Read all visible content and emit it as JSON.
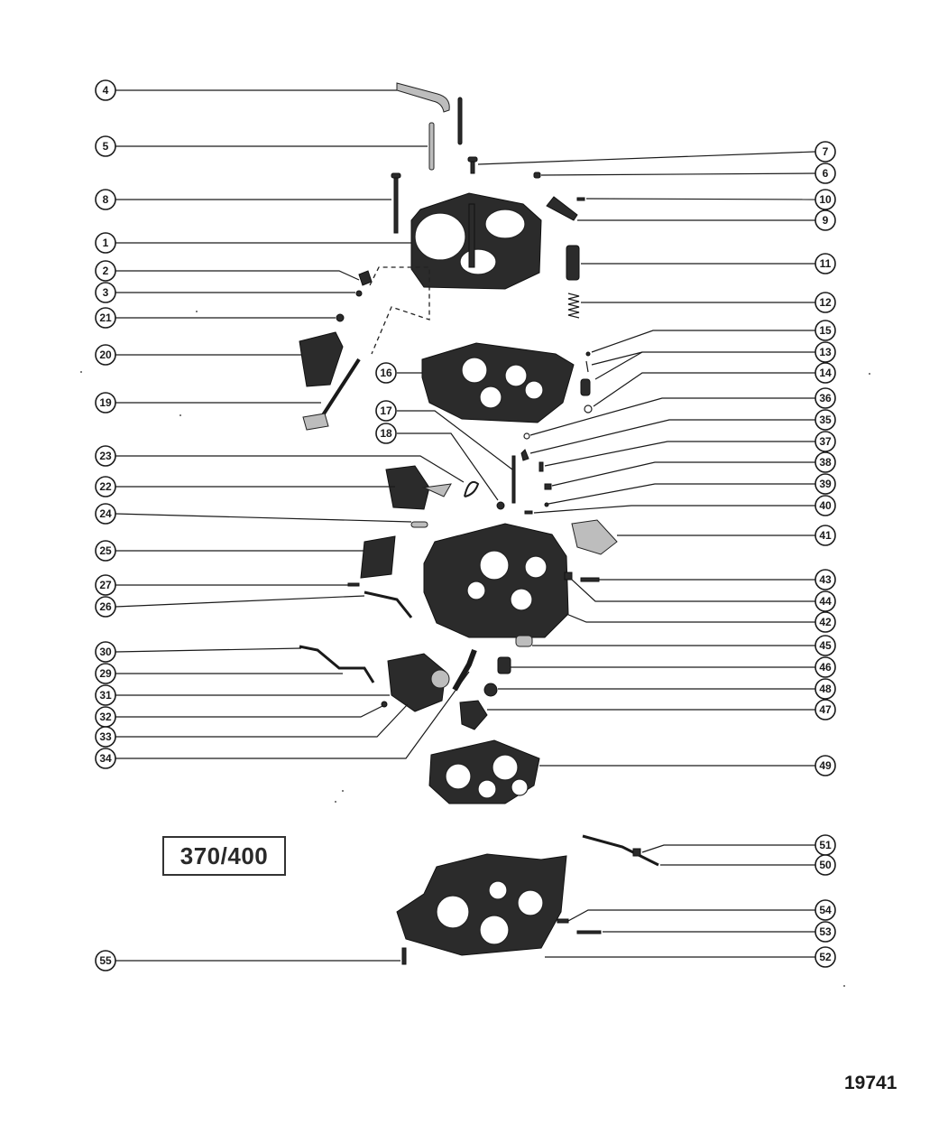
{
  "model_label": "370/400",
  "figure_number": "19741",
  "callouts": [
    {
      "number": "4"
    },
    {
      "number": "5"
    },
    {
      "number": "8"
    },
    {
      "number": "1"
    },
    {
      "number": "2"
    },
    {
      "number": "3"
    },
    {
      "number": "21"
    },
    {
      "number": "20"
    },
    {
      "number": "19"
    },
    {
      "number": "23"
    },
    {
      "number": "22"
    },
    {
      "number": "24"
    },
    {
      "number": "25"
    },
    {
      "number": "27"
    },
    {
      "number": "26"
    },
    {
      "number": "30"
    },
    {
      "number": "29"
    },
    {
      "number": "31"
    },
    {
      "number": "32"
    },
    {
      "number": "33"
    },
    {
      "number": "34"
    },
    {
      "number": "55"
    },
    {
      "number": "16"
    },
    {
      "number": "17"
    },
    {
      "number": "18"
    },
    {
      "number": "7"
    },
    {
      "number": "6"
    },
    {
      "number": "10"
    },
    {
      "number": "9"
    },
    {
      "number": "11"
    },
    {
      "number": "12"
    },
    {
      "number": "15"
    },
    {
      "number": "13"
    },
    {
      "number": "14"
    },
    {
      "number": "36"
    },
    {
      "number": "35"
    },
    {
      "number": "37"
    },
    {
      "number": "38"
    },
    {
      "number": "39"
    },
    {
      "number": "40"
    },
    {
      "number": "41"
    },
    {
      "number": "43"
    },
    {
      "number": "44"
    },
    {
      "number": "42"
    },
    {
      "number": "45"
    },
    {
      "number": "46"
    },
    {
      "number": "48"
    },
    {
      "number": "47"
    },
    {
      "number": "49"
    },
    {
      "number": "51"
    },
    {
      "number": "50"
    },
    {
      "number": "54"
    },
    {
      "number": "53"
    },
    {
      "number": "52"
    }
  ],
  "colors": {
    "ink": "#1a1a1a",
    "background": "#ffffff",
    "part_dark": "#2b2b2b"
  }
}
